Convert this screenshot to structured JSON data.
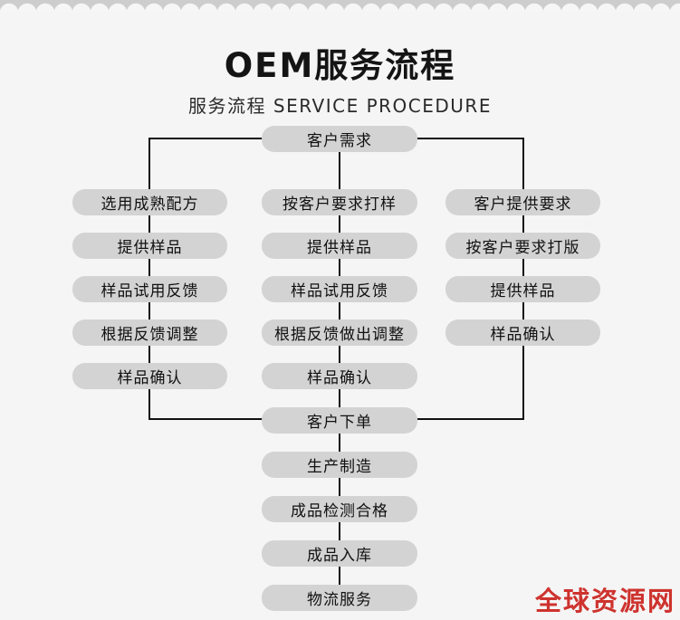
{
  "header": {
    "title": "OEM服务流程",
    "subtitle": "服务流程 SERVICE PROCEDURE"
  },
  "flowchart": {
    "top_node": "客户需求",
    "columns": [
      {
        "name": "mature-formula-path",
        "steps": [
          "选用成熟配方",
          "提供样品",
          "样品试用反馈",
          "根据反馈调整",
          "样品确认"
        ]
      },
      {
        "name": "custom-sampling-path",
        "steps": [
          "按客户要求打样",
          "提供样品",
          "样品试用反馈",
          "根据反馈做出调整",
          "样品确认"
        ]
      },
      {
        "name": "customer-requirement-path",
        "steps": [
          "客户提供要求",
          "按客户要求打版",
          "提供样品",
          "样品确认"
        ]
      }
    ],
    "bottom_nodes": [
      "客户下单",
      "生产制造",
      "成品检测合格",
      "成品入库",
      "物流服务"
    ]
  },
  "watermark": {
    "text": "全球资源网",
    "color": "#ce332e"
  },
  "colors": {
    "background": "#f5f5f5",
    "node_fill": "#d3d3d3",
    "node_text": "#111111",
    "connector": "#111111",
    "scallop_gray": "#cdcdcd"
  }
}
